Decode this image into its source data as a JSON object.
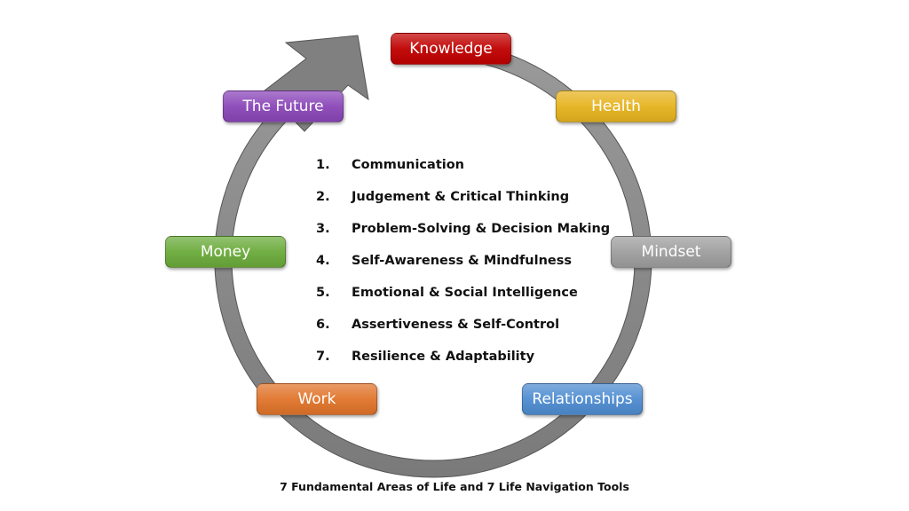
{
  "areas": [
    {
      "label": "Knowledge",
      "color": "#c00000"
    },
    {
      "label": "Health",
      "color": "#e6b31e"
    },
    {
      "label": "Mindset",
      "color": "#9e9e9e"
    },
    {
      "label": "Relationships",
      "color": "#4e8cd0"
    },
    {
      "label": "Work",
      "color": "#e0742a"
    },
    {
      "label": "Money",
      "color": "#6aaa3a"
    },
    {
      "label": "The Future",
      "color": "#8a46b8"
    }
  ],
  "tools": [
    {
      "number": "1.",
      "label": "Communication"
    },
    {
      "number": "2.",
      "label": "Judgement & Critical Thinking"
    },
    {
      "number": "3.",
      "label": "Problem-Solving & Decision Making"
    },
    {
      "number": "4.",
      "label": "Self-Awareness & Mindfulness"
    },
    {
      "number": "5.",
      "label": "Emotional & Social Intelligence"
    },
    {
      "number": "6.",
      "label": "Assertiveness & Self-Control"
    },
    {
      "number": "7.",
      "label": "Resilience & Adaptability"
    }
  ],
  "cycle_color": "#8c8c8c",
  "caption": "7 Fundamental Areas of Life and 7 Life Navigation Tools"
}
